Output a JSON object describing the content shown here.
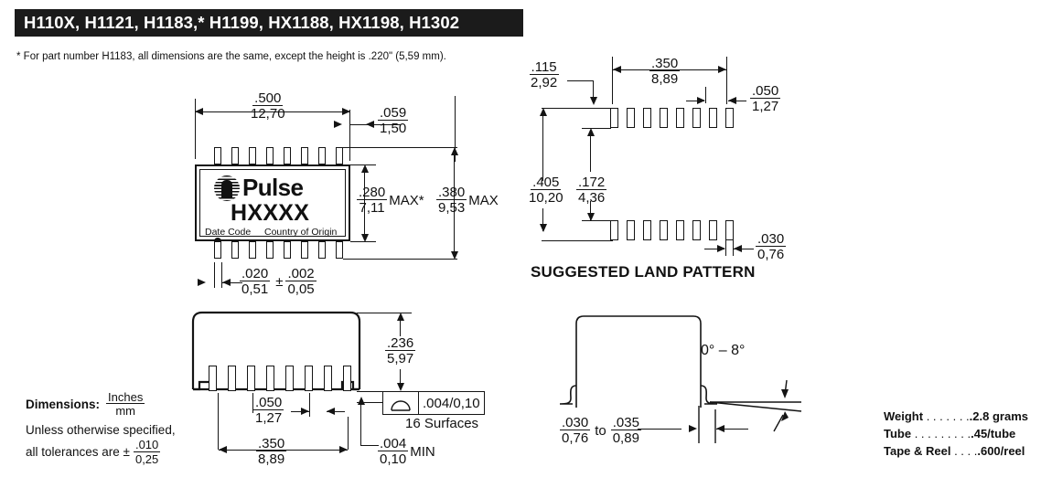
{
  "header": {
    "title": "H110X, H1121, H1183,*  H1199, HX1188, HX1198, H1302",
    "bar_color": "#1b1b1b",
    "text_color": "#ffffff"
  },
  "footnote": "* For part number H1183, all dimensions are the same, except the height is .220\" (5,59 mm).",
  "top_view": {
    "logo_text": "Pulse",
    "part_marking": "HXXXX",
    "date_code_label": "Date Code",
    "country_label": "Country of Origin",
    "pin_count_per_row": 8,
    "dims": {
      "width": {
        "inch": ".500",
        "mm": "12,70"
      },
      "lead_len": {
        "inch": ".059",
        "mm": "1,50"
      },
      "body_height": {
        "inch": ".280",
        "mm": "7,11",
        "suffix": "MAX*"
      },
      "overall_height": {
        "inch": ".380",
        "mm": "9,53",
        "suffix": "MAX"
      },
      "lead_width": {
        "inch": ".020",
        "mm": "0,51"
      },
      "lead_tol": {
        "inch": ".002",
        "mm": "0,05",
        "pre": "±"
      }
    }
  },
  "land_pattern": {
    "title": "SUGGESTED LAND PATTERN",
    "pad_count_per_row": 8,
    "dims": {
      "pad_len": {
        "inch": ".115",
        "mm": "2,92"
      },
      "span": {
        "inch": ".350",
        "mm": "8,89"
      },
      "pitch": {
        "inch": ".050",
        "mm": "1,27"
      },
      "outer_span": {
        "inch": ".405",
        "mm": "10,20"
      },
      "inner_span": {
        "inch": ".172",
        "mm": "4,36"
      },
      "pad_width": {
        "inch": ".030",
        "mm": "0,76"
      }
    }
  },
  "side_view": {
    "dims": {
      "height": {
        "inch": ".236",
        "mm": "5,97"
      },
      "pitch": {
        "inch": ".050",
        "mm": "1,27"
      },
      "span": {
        "inch": ".350",
        "mm": "8,89"
      },
      "standoff": {
        "inch": ".004",
        "mm": "0,10",
        "suffix": "MIN"
      }
    },
    "coplanarity": {
      "value": ".004/0,10",
      "surfaces": "16 Surfaces",
      "symbol": "coplanarity-dome"
    }
  },
  "detail_view": {
    "angle": "0° – 8°",
    "foot_min": {
      "inch": ".030",
      "mm": "0,76"
    },
    "foot_max": {
      "inch": ".035",
      "mm": "0,89"
    },
    "to_word": "to"
  },
  "legend": {
    "title": "Dimensions:",
    "unit_num": "Inches",
    "unit_den": "mm",
    "note_line1": "Unless otherwise specified,",
    "note_line2": "all tolerances are ±",
    "tol_num": ".010",
    "tol_den": "0,25"
  },
  "specs": [
    {
      "label": "Weight",
      "dots": ". . . . . . .",
      "value": ".2.8 grams"
    },
    {
      "label": "Tube",
      "dots": ". . . . . . . . .",
      "value": ".45/tube"
    },
    {
      "label": "Tape & Reel",
      "dots": ". . . .",
      "value": ".600/reel"
    }
  ]
}
